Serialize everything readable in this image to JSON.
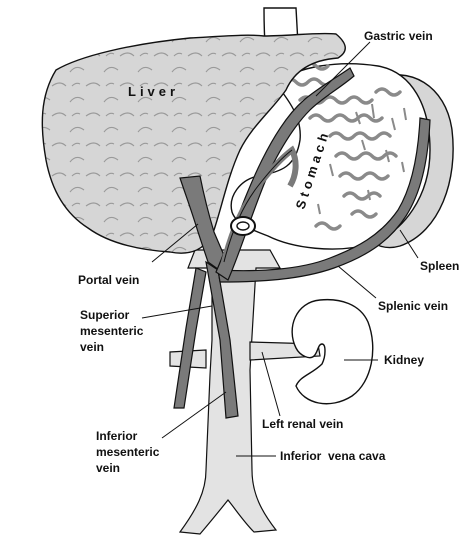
{
  "diagram": {
    "organs": {
      "liver": "Liver",
      "stomach": "Stomach"
    },
    "labels": {
      "gastric_vein": "Gastric vein",
      "spleen": "Spleen",
      "portal_vein": "Portal vein",
      "splenic_vein": "Splenic vein",
      "superior_mesenteric_vein": [
        "Superior",
        "mesenteric",
        "vein"
      ],
      "kidney": "Kidney",
      "left_renal_vein": "Left renal vein",
      "inferior_mesenteric_vein": [
        "Inferior",
        "mesenteric",
        "vein"
      ],
      "inferior_vena_cava": "Inferior  vena cava"
    },
    "colors": {
      "organ_fill": "#d6d6d6",
      "vein_fill": "#7a7a7a",
      "vena_cava_fill": "#e3e3e3",
      "outline": "#111111",
      "background": "#ffffff"
    }
  }
}
